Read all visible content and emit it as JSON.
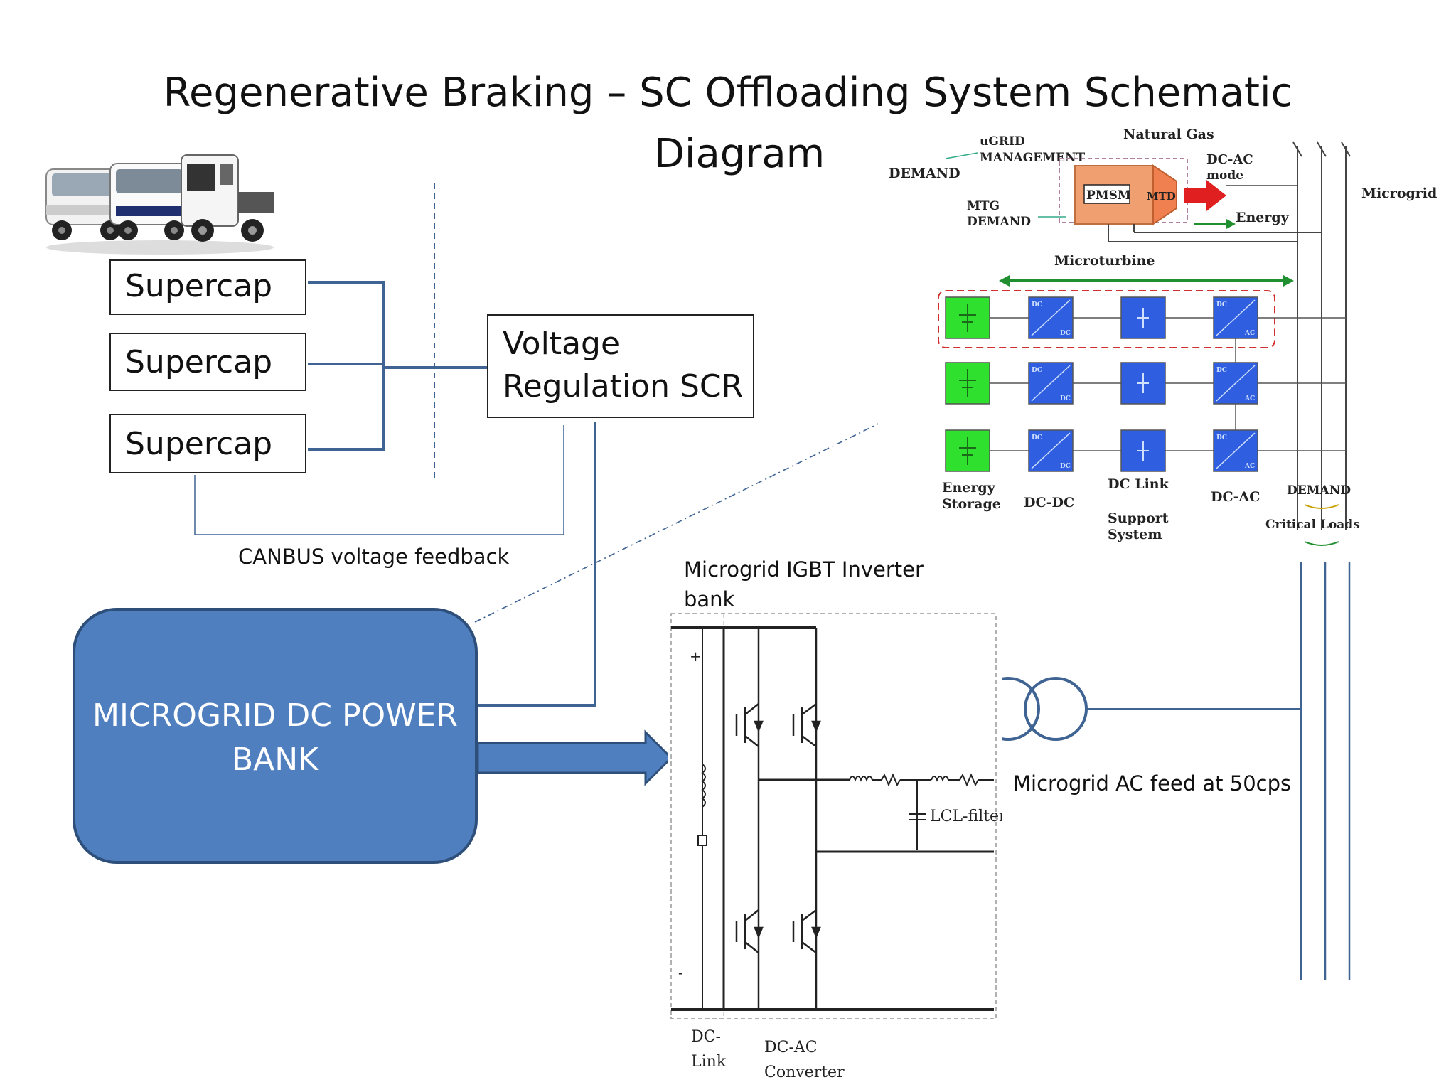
{
  "title": {
    "line1": "Regenerative Braking – SC Offloading System Schematic",
    "line2": "Diagram"
  },
  "supercaps": [
    "Supercap",
    "Supercap",
    "Supercap"
  ],
  "voltage_box": {
    "line1": "Voltage",
    "line2": "Regulation SCR"
  },
  "canbus_label": "CANBUS voltage feedback",
  "power_bank_label": {
    "line1": "MICROGRID DC POWER",
    "line2": "BANK"
  },
  "inverter_label": {
    "line1": "Microgrid IGBT Inverter",
    "line2": "bank"
  },
  "ac_feed_label": "Microgrid AC feed at 50cps",
  "circuit_labels": {
    "dc_link": [
      "DC-",
      "Link"
    ],
    "dc_ac": [
      "DC-AC",
      "Converter"
    ],
    "lcl": "LCL-filter",
    "plus": "+",
    "minus": "-"
  },
  "grid_labels": {
    "natural_gas": "Natural Gas",
    "ugrid": [
      "uGRID",
      "MANAGEMENT"
    ],
    "demand": "DEMAND",
    "mtg_demand": [
      "MTG",
      "DEMAND"
    ],
    "pmsm": "PMSM",
    "mtd": "MTD",
    "dc_ac_mode": [
      "DC-AC",
      "mode"
    ],
    "energy": "Energy",
    "microgrid": "Microgrid",
    "microturbine": "Microturbine",
    "energy_storage": [
      "Energy",
      "Storage"
    ],
    "dc_dc": "DC-DC",
    "dc_link": "DC Link",
    "support_system": [
      "Support",
      "System"
    ],
    "dc_ac": "DC-AC",
    "demand_bottom": "DEMAND",
    "critical_loads": "Critical Loads",
    "cell_dc": "DC",
    "cell_ac": "AC"
  },
  "colors": {
    "line_blue": "#3f6493",
    "bank_fill": "#4f7fbf",
    "bank_border": "#2e4f7a",
    "arrow_fill": "#4f7fbf",
    "cell_blue": "#2f5fe0",
    "cell_green": "#2fe02f",
    "turbine_orange": "#f0a070",
    "grid_green": "#1f8f2f",
    "red_arrow": "#e02020"
  }
}
